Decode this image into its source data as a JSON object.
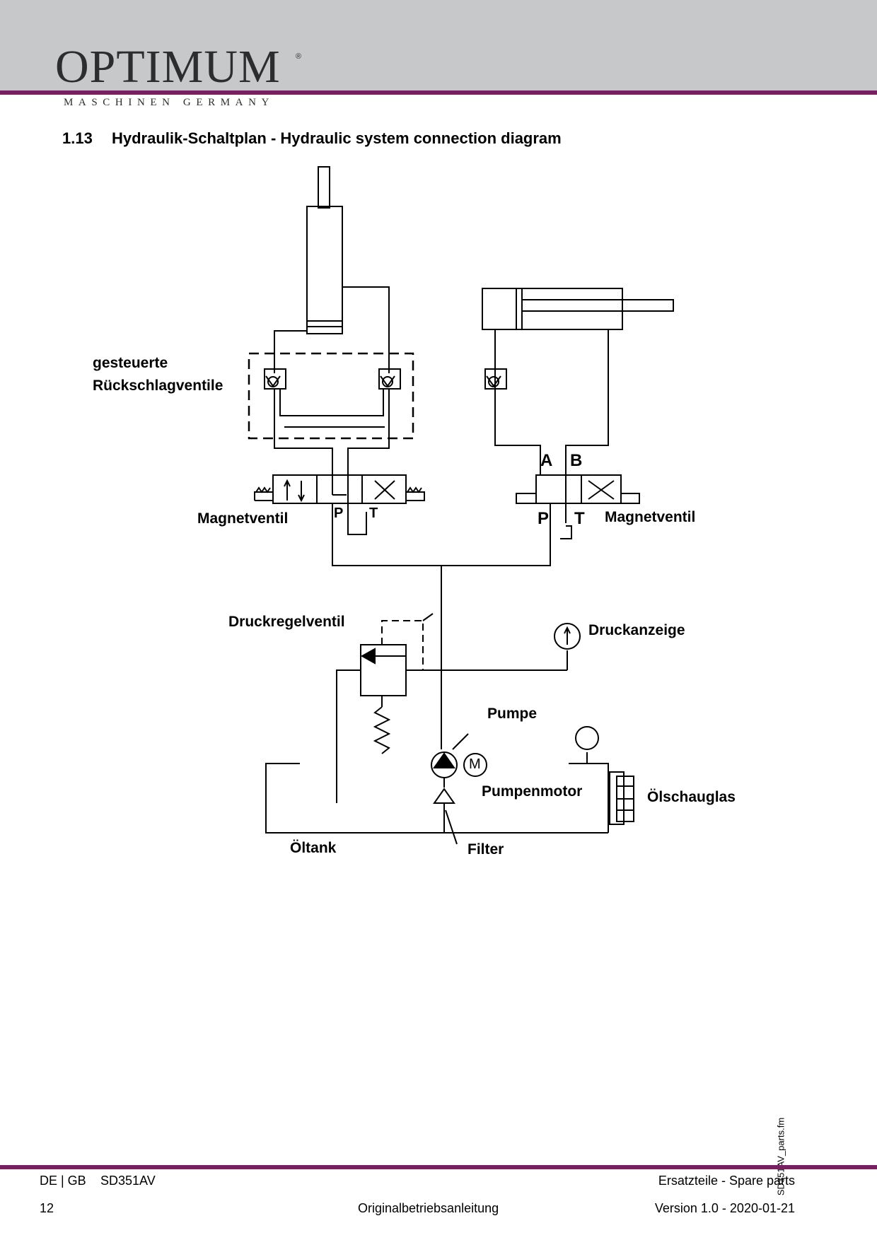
{
  "header": {
    "logo_text": "OPTIMUM",
    "logo_registered": "®",
    "tagline": "MASCHINEN GERMANY",
    "brand_color": "#7a1f62",
    "band_color": "#c6c8ca"
  },
  "section": {
    "number": "1.13",
    "title": "Hydraulik-Schaltplan - Hydraulic system connection diagram"
  },
  "diagram": {
    "labels": {
      "check_valves_line1": "gesteuerte",
      "check_valves_line2": "Rückschlagventile",
      "solenoid_valve_left": "Magnetventil",
      "solenoid_valve_right": "Magnetventil",
      "pressure_regulator": "Druckregelventil",
      "pressure_gauge": "Druckanzeige",
      "pump": "Pumpe",
      "pump_motor": "Pumpenmotor",
      "oil_sight_glass": "Ölschauglas",
      "oil_tank": "Öltank",
      "filter": "Filter"
    },
    "port_letters": {
      "left_p": "P",
      "left_t": "T",
      "right_a": "A",
      "right_b": "B",
      "right_p": "P",
      "right_t": "T",
      "motor": "M"
    }
  },
  "side_file": "SD351AV_parts.fm",
  "footer": {
    "lang": "DE | GB",
    "model": "SD351AV",
    "section": "Ersatzteile - Spare parts",
    "page": "12",
    "doc_type": "Originalbetriebsanleitung",
    "version": "Version 1.0 - 2020-01-21"
  }
}
